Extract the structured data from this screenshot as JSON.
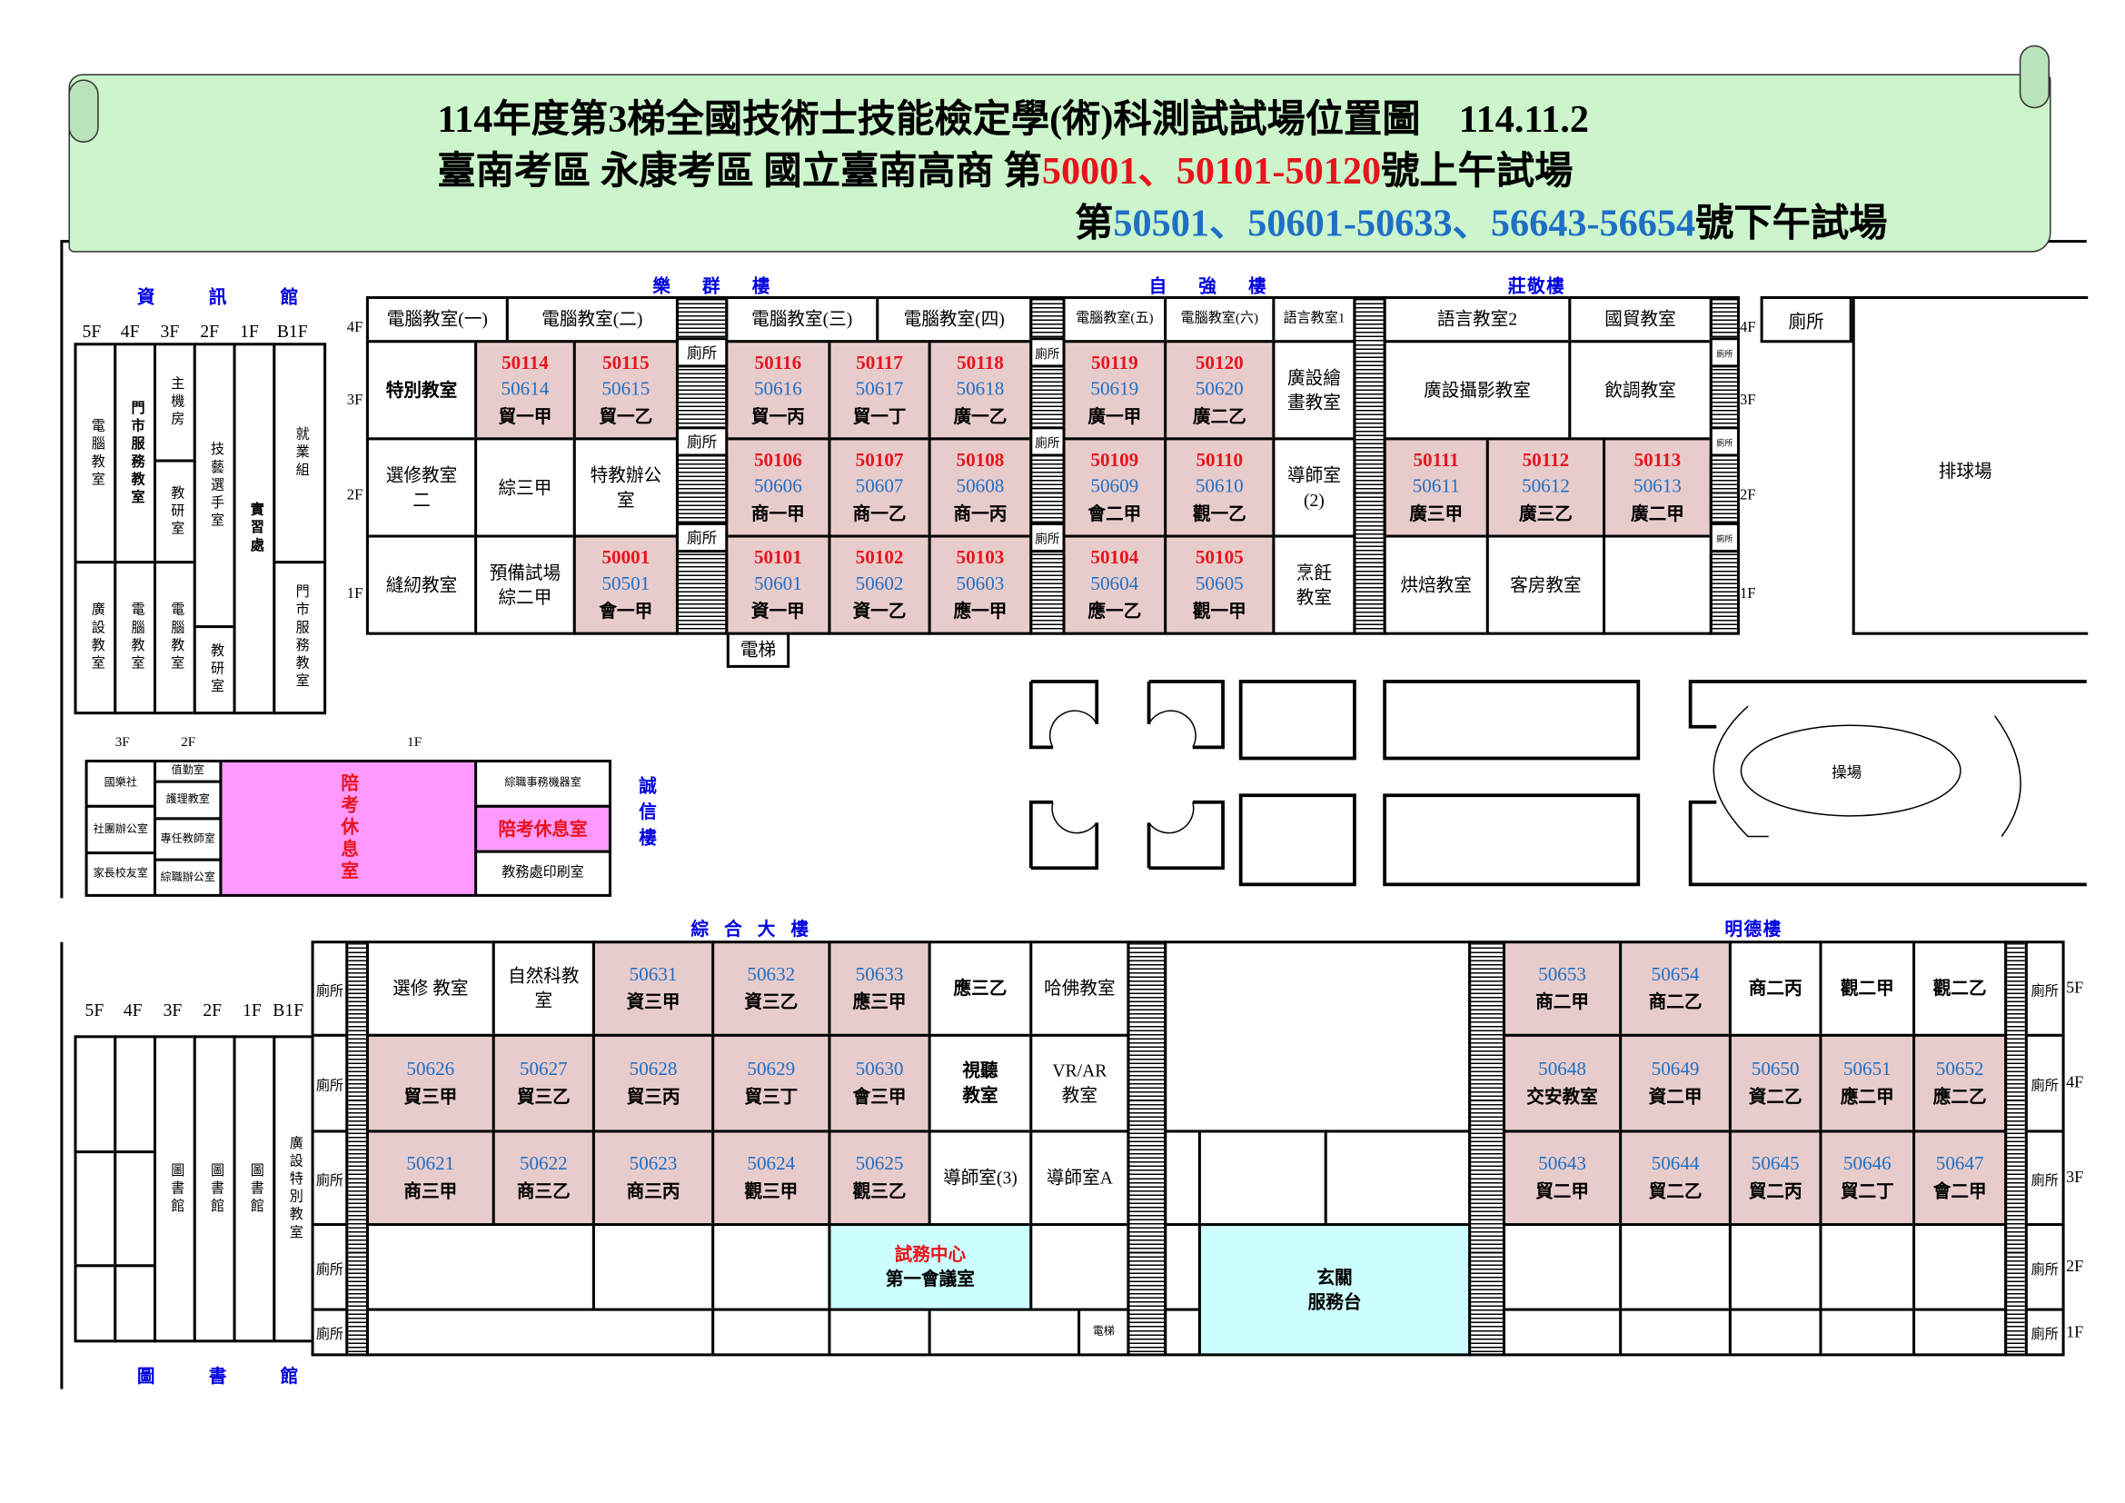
{
  "title": {
    "line1": "114年度第3梯全國技術士技能檢定學(術)科測試試場位置圖　114.11.2",
    "line2_prefix": "臺南考區 永康考區 國立臺南高商 第",
    "line2_red": "50001、50101-50120",
    "line2_suffix": "號上午試場",
    "line3_prefix": "第",
    "line3_blue": "50501、50601-50633、56643-56654",
    "line3_suffix": "號下午試場"
  },
  "buildings": {
    "info_hall": "資 訊 館",
    "lequn": "樂 群 樓",
    "ziqiang": "自 強 樓",
    "zhuangjing": "莊敬樓",
    "chengxin": "誠信樓",
    "zonghe": "綜 合 大 樓",
    "mingde": "明德樓",
    "library": "圖 書 館"
  },
  "labels": {
    "toilet": "廁所",
    "elevator": "電梯",
    "volleyball": "排球場",
    "playground": "操場"
  },
  "floors": {
    "six": [
      "5F",
      "4F",
      "3F",
      "2F",
      "1F",
      "B1F"
    ],
    "upper": [
      "4F",
      "3F",
      "2F",
      "1F"
    ],
    "chengxin": [
      "3F",
      "2F",
      "1F"
    ],
    "lower": [
      "5F",
      "4F",
      "3F",
      "2F",
      "1F"
    ]
  },
  "info_hall": {
    "c1a": {
      "name": "電腦教室"
    },
    "c1b": {
      "name": "廣設教室"
    },
    "c2a": {
      "cls": "門市服務教室"
    },
    "c2b": {
      "name": "電腦教室"
    },
    "c3a": {
      "name": "主機房"
    },
    "c3b": {
      "name": "教研室"
    },
    "c3c": {
      "name": "電腦教室"
    },
    "c4a": {
      "name": "技藝選手室"
    },
    "c4b": {
      "name": "教研室"
    },
    "c5": {
      "cls": "實習處"
    },
    "c6a": {
      "name": "就業組"
    },
    "c6b": {
      "name": "門市服務教室"
    }
  },
  "upper": {
    "u4a": {
      "name": "電腦教室(一)"
    },
    "u4b": {
      "name": "電腦教室(二)"
    },
    "u4c": {
      "name": "電腦教室(三)"
    },
    "u4d": {
      "name": "電腦教室(四)"
    },
    "u4e": {
      "name": "電腦教室(五)"
    },
    "u4f": {
      "name": "電腦教室(六)"
    },
    "u4g": {
      "name": "語言教室1"
    },
    "u4h": {
      "name": "語言教室2"
    },
    "u4i": {
      "name": "國貿教室"
    },
    "u3a": {
      "cls": "特別教室"
    },
    "u3b": {
      "am": "50114",
      "pm": "50614",
      "cls": "貿一甲"
    },
    "u3c": {
      "am": "50115",
      "pm": "50615",
      "cls": "貿一乙"
    },
    "u3d": {
      "am": "50116",
      "pm": "50616",
      "cls": "貿一丙"
    },
    "u3e": {
      "am": "50117",
      "pm": "50617",
      "cls": "貿一丁"
    },
    "u3f": {
      "am": "50118",
      "pm": "50618",
      "cls": "廣一乙"
    },
    "u3g": {
      "am": "50119",
      "pm": "50619",
      "cls": "廣一甲"
    },
    "u3h": {
      "am": "50120",
      "pm": "50620",
      "cls": "廣二乙"
    },
    "u3i": {
      "name": "廣設繪\n畫教室"
    },
    "u3j": {
      "name": "廣設攝影教室"
    },
    "u3k": {
      "name": "飲調教室"
    },
    "u2a": {
      "name": "選修教室\n二"
    },
    "u2b": {
      "name": "綜三甲"
    },
    "u2c": {
      "name": "特教辦公\n室"
    },
    "u2d": {
      "am": "50106",
      "pm": "50606",
      "cls": "商一甲"
    },
    "u2e": {
      "am": "50107",
      "pm": "50607",
      "cls": "商一乙"
    },
    "u2f": {
      "am": "50108",
      "pm": "50608",
      "cls": "商一丙"
    },
    "u2g": {
      "am": "50109",
      "pm": "50609",
      "cls": "會二甲"
    },
    "u2h": {
      "am": "50110",
      "pm": "50610",
      "cls": "觀一乙"
    },
    "u2i": {
      "name": "導師室\n(2)"
    },
    "u2j": {
      "am": "50111",
      "pm": "50611",
      "cls": "廣三甲"
    },
    "u2k": {
      "am": "50112",
      "pm": "50612",
      "cls": "廣三乙"
    },
    "u2l": {
      "am": "50113",
      "pm": "50613",
      "cls": "廣二甲"
    },
    "u1a": {
      "name": "縫紉教室"
    },
    "u1b": {
      "name": "預備試場\n綜二甲"
    },
    "u1c": {
      "am": "50001",
      "pm": "50501",
      "cls": "會一甲"
    },
    "u1d": {
      "am": "50101",
      "pm": "50601",
      "cls": "資一甲"
    },
    "u1e": {
      "am": "50102",
      "pm": "50602",
      "cls": "資一乙"
    },
    "u1f": {
      "am": "50103",
      "pm": "50603",
      "cls": "應一甲"
    },
    "u1g": {
      "am": "50104",
      "pm": "50604",
      "cls": "應一乙"
    },
    "u1h": {
      "am": "50105",
      "pm": "50605",
      "cls": "觀一甲"
    },
    "u1i": {
      "name": "烹飪\n教室"
    },
    "u1j": {
      "name": "烘焙教室"
    },
    "u1k": {
      "name": "客房教室"
    }
  },
  "chengxin": {
    "g1a": {
      "name": "國樂社"
    },
    "g1b": {
      "name": "社團辦公室"
    },
    "g1c": {
      "name": "家長校友室"
    },
    "g2a": {
      "name": "值勤室"
    },
    "g2b": {
      "name": "護理教室"
    },
    "g2c": {
      "name": "專任教師室"
    },
    "g2d": {
      "name": "綜職辦公室"
    },
    "g3": {
      "red": "陪考休息室"
    },
    "g4a": {
      "name": "綜職事務機器室"
    },
    "g4b": {
      "red": "陪考休息室"
    },
    "g4c": {
      "name": "教務處印刷室"
    }
  },
  "library": {
    "b3": {
      "name": "圖書館"
    },
    "b4": {
      "name": "圖書館"
    },
    "b5": {
      "name": "圖書館"
    },
    "b6": {
      "name": "廣設特別教室"
    }
  },
  "lower": {
    "l5a": {
      "name": "選修 教室"
    },
    "l5b": {
      "name": "自然科教\n室"
    },
    "l5c": {
      "pm": "50631",
      "cls": "資三甲"
    },
    "l5d": {
      "pm": "50632",
      "cls": "資三乙"
    },
    "l5e": {
      "pm": "50633",
      "cls": "應三甲"
    },
    "l5f": {
      "cls": "應三乙"
    },
    "l5g": {
      "name": "哈佛教室"
    },
    "l4a": {
      "pm": "50626",
      "cls": "貿三甲"
    },
    "l4b": {
      "pm": "50627",
      "cls": "貿三乙"
    },
    "l4c": {
      "pm": "50628",
      "cls": "貿三丙"
    },
    "l4d": {
      "pm": "50629",
      "cls": "貿三丁"
    },
    "l4e": {
      "pm": "50630",
      "cls": "會三甲"
    },
    "l4f": {
      "cls": "視聽\n教室"
    },
    "l4g": {
      "name": "VR/AR\n教室"
    },
    "l3a": {
      "pm": "50621",
      "cls": "商三甲"
    },
    "l3b": {
      "pm": "50622",
      "cls": "商三乙"
    },
    "l3c": {
      "pm": "50623",
      "cls": "商三丙"
    },
    "l3d": {
      "pm": "50624",
      "cls": "觀三甲"
    },
    "l3e": {
      "pm": "50625",
      "cls": "觀三乙"
    },
    "l3f": {
      "name": "導師室(3)"
    },
    "l3g": {
      "name": "導師室A"
    },
    "l2d": {
      "red": "試務中心",
      "cls": "第一會議室"
    },
    "hall": {
      "cls": "玄關\n服務台"
    },
    "r5a": {
      "pm": "50653",
      "cls": "商二甲"
    },
    "r5b": {
      "pm": "50654",
      "cls": "商二乙"
    },
    "r5c": {
      "cls": "商二丙"
    },
    "r5d": {
      "cls": "觀二甲"
    },
    "r5e": {
      "cls": "觀二乙"
    },
    "r4a": {
      "pm": "50648",
      "cls": "交安教室"
    },
    "r4b": {
      "pm": "50649",
      "cls": "資二甲"
    },
    "r4c": {
      "pm": "50650",
      "cls": "資二乙"
    },
    "r4d": {
      "pm": "50651",
      "cls": "應二甲"
    },
    "r4e": {
      "pm": "50652",
      "cls": "應二乙"
    },
    "r3a": {
      "pm": "50643",
      "cls": "貿二甲"
    },
    "r3b": {
      "pm": "50644",
      "cls": "貿二乙"
    },
    "r3c": {
      "pm": "50645",
      "cls": "貿二丙"
    },
    "r3d": {
      "pm": "50646",
      "cls": "貿二丁"
    },
    "r3e": {
      "pm": "50647",
      "cls": "會二甲"
    }
  },
  "colors": {
    "morning": "#e8141c",
    "afternoon": "#1f6fc6",
    "exam_room": "#e8cccc",
    "banner": "#ccf5cc",
    "rest_room": "#ff99ff",
    "office": "#ccffff",
    "building_label": "#0000e0"
  }
}
